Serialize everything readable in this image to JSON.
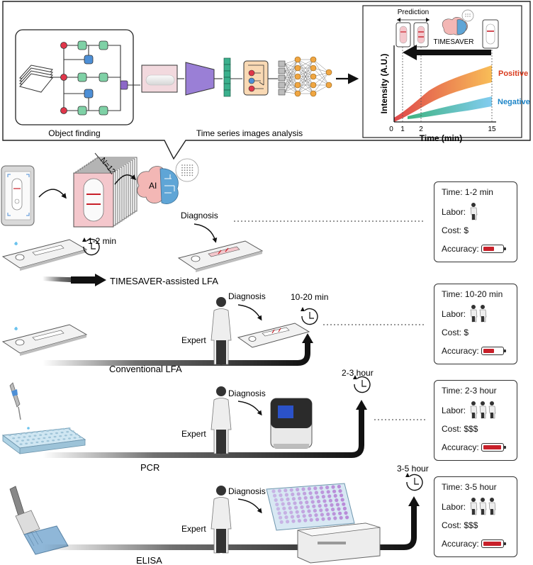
{
  "top_panel": {
    "object_finding_label": "Object finding",
    "ts_analysis_label": "Time series images analysis"
  },
  "plot": {
    "prediction_label": "Prediction",
    "timesaver_label": "TIMESAVER",
    "ylabel": "Intensity (A.U.)",
    "xlabel": "Time (min)",
    "x_ticks": [
      "0",
      "1",
      "2",
      "15"
    ],
    "positive_label": "Positive",
    "negative_label": "Negative",
    "colors": {
      "positive": "#f08a1c",
      "negative": "#2a8fd0",
      "positive_text": "#d93a1d",
      "negative_text": "#1f86c8"
    }
  },
  "timesaver_row": {
    "n_label": "N=12",
    "ai_label": "AI",
    "diagnosis_label": "Diagnosis",
    "time_label": "1-2 min",
    "method_label": "TIMESAVER-assisted LFA"
  },
  "lfa_row": {
    "diagnosis_label": "Diagnosis",
    "time_label": "10-20 min",
    "expert_label": "Expert",
    "method_label": "Conventional LFA"
  },
  "pcr_row": {
    "diagnosis_label": "Diagnosis",
    "time_label": "2-3 hour",
    "expert_label": "Expert",
    "method_label": "PCR"
  },
  "elisa_row": {
    "diagnosis_label": "Diagnosis",
    "time_label": "3-5 hour",
    "expert_label": "Expert",
    "method_label": "ELISA"
  },
  "cards": [
    {
      "time": "Time: 1-2 min",
      "labor": "Labor:",
      "labor_count": 1,
      "cost": "Cost: $",
      "accuracy": "Accuracy:",
      "accuracy_level": 0.6
    },
    {
      "time": "Time: 10-20 min",
      "labor": "Labor:",
      "labor_count": 2,
      "cost": "Cost: $",
      "accuracy": "Accuracy:",
      "accuracy_level": 0.6
    },
    {
      "time": "Time: 2-3 hour",
      "labor": "Labor:",
      "labor_count": 3,
      "cost": "Cost: $$$",
      "accuracy": "Accuracy:",
      "accuracy_level": 1.0
    },
    {
      "time": "Time: 3-5 hour",
      "labor": "Labor:",
      "labor_count": 3,
      "cost": "Cost: $$$",
      "accuracy": "Accuracy:",
      "accuracy_level": 1.0
    }
  ]
}
